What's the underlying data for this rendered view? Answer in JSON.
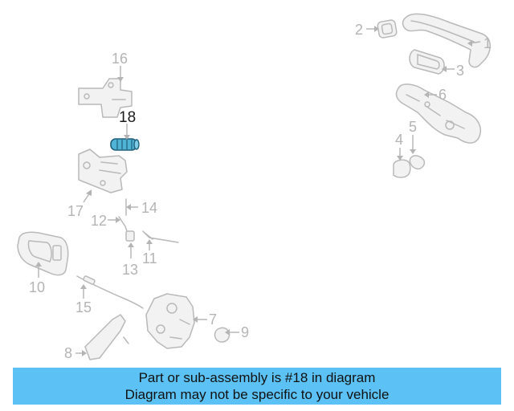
{
  "highlighted_part": "18",
  "callouts": [
    {
      "id": "c1",
      "label": "1"
    },
    {
      "id": "c2",
      "label": "2"
    },
    {
      "id": "c3",
      "label": "3"
    },
    {
      "id": "c4",
      "label": "4"
    },
    {
      "id": "c5",
      "label": "5"
    },
    {
      "id": "c6",
      "label": "6"
    },
    {
      "id": "c7",
      "label": "7"
    },
    {
      "id": "c8",
      "label": "8"
    },
    {
      "id": "c9",
      "label": "9"
    },
    {
      "id": "c10",
      "label": "10"
    },
    {
      "id": "c11",
      "label": "11"
    },
    {
      "id": "c12",
      "label": "12"
    },
    {
      "id": "c13",
      "label": "13"
    },
    {
      "id": "c14",
      "label": "14"
    },
    {
      "id": "c15",
      "label": "15"
    },
    {
      "id": "c16",
      "label": "16"
    },
    {
      "id": "c17",
      "label": "17"
    },
    {
      "id": "c18",
      "label": "18"
    }
  ],
  "caption": {
    "line1": "Part or sub-assembly is #18 in diagram",
    "line2": "Diagram may not be specific to your vehicle"
  },
  "colors": {
    "caption_bg": "#5cc1f5",
    "highlight_fill": "#4fb3d6",
    "part_stroke": "#b9b9b9",
    "label_grey": "#b4b4b4"
  }
}
